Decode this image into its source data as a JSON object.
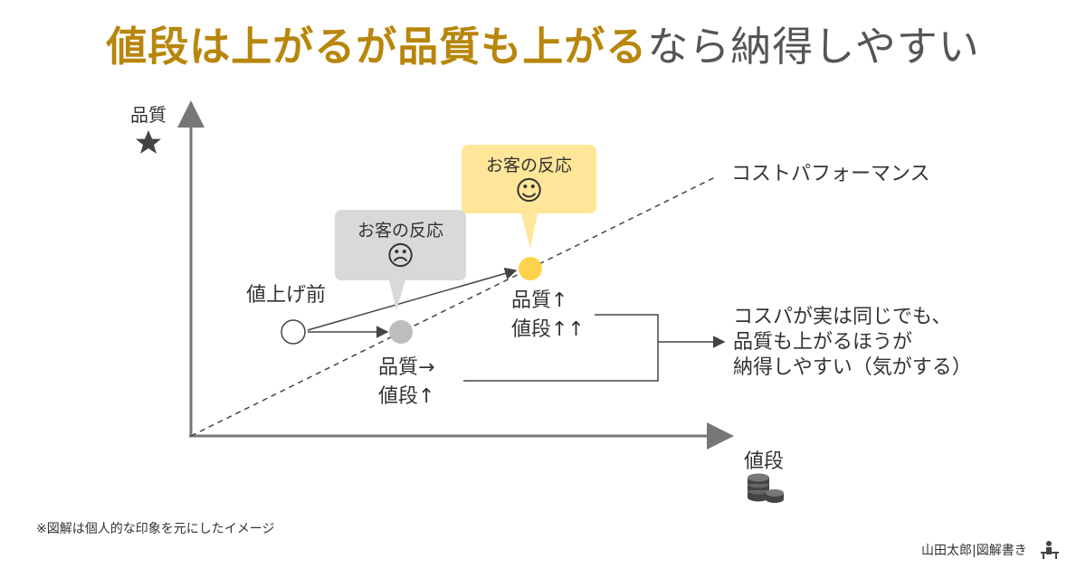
{
  "title": {
    "highlight": "値段は上がるが品質も上がる",
    "rest": "なら納得しやすい"
  },
  "axes": {
    "y_label": "品質",
    "x_label": "値段"
  },
  "diagonal_label": "コストパフォーマンス",
  "points": {
    "before_label": "値上げ前",
    "gray_label_line1": "品質→",
    "gray_label_line2": "値段↑",
    "yellow_label_line1": "品質↑",
    "yellow_label_line2": "値段↑↑"
  },
  "bubbles": {
    "gray": {
      "text": "お客の反応",
      "face": "☹"
    },
    "yellow": {
      "text": "お客の反応",
      "face": "☺"
    }
  },
  "conclusion": {
    "line1": "コスパが実は同じでも、",
    "line2": "品質も上がるほうが",
    "line3": "納得しやすい（気がする）"
  },
  "footnote": "※図解は個人的な印象を元にしたイメージ",
  "credit": "山田太郎|図解書き",
  "colors": {
    "highlight": "#b8860b",
    "gray_point": "#bdbdbd",
    "gray_bubble": "#d9d9d9",
    "yellow_point": "#ffd24d",
    "yellow_bubble": "#ffe699",
    "axis": "#777777"
  },
  "icons": {
    "y_axis": "star-icon",
    "x_axis": "coins-icon",
    "credit": "person-at-desk-icon"
  }
}
